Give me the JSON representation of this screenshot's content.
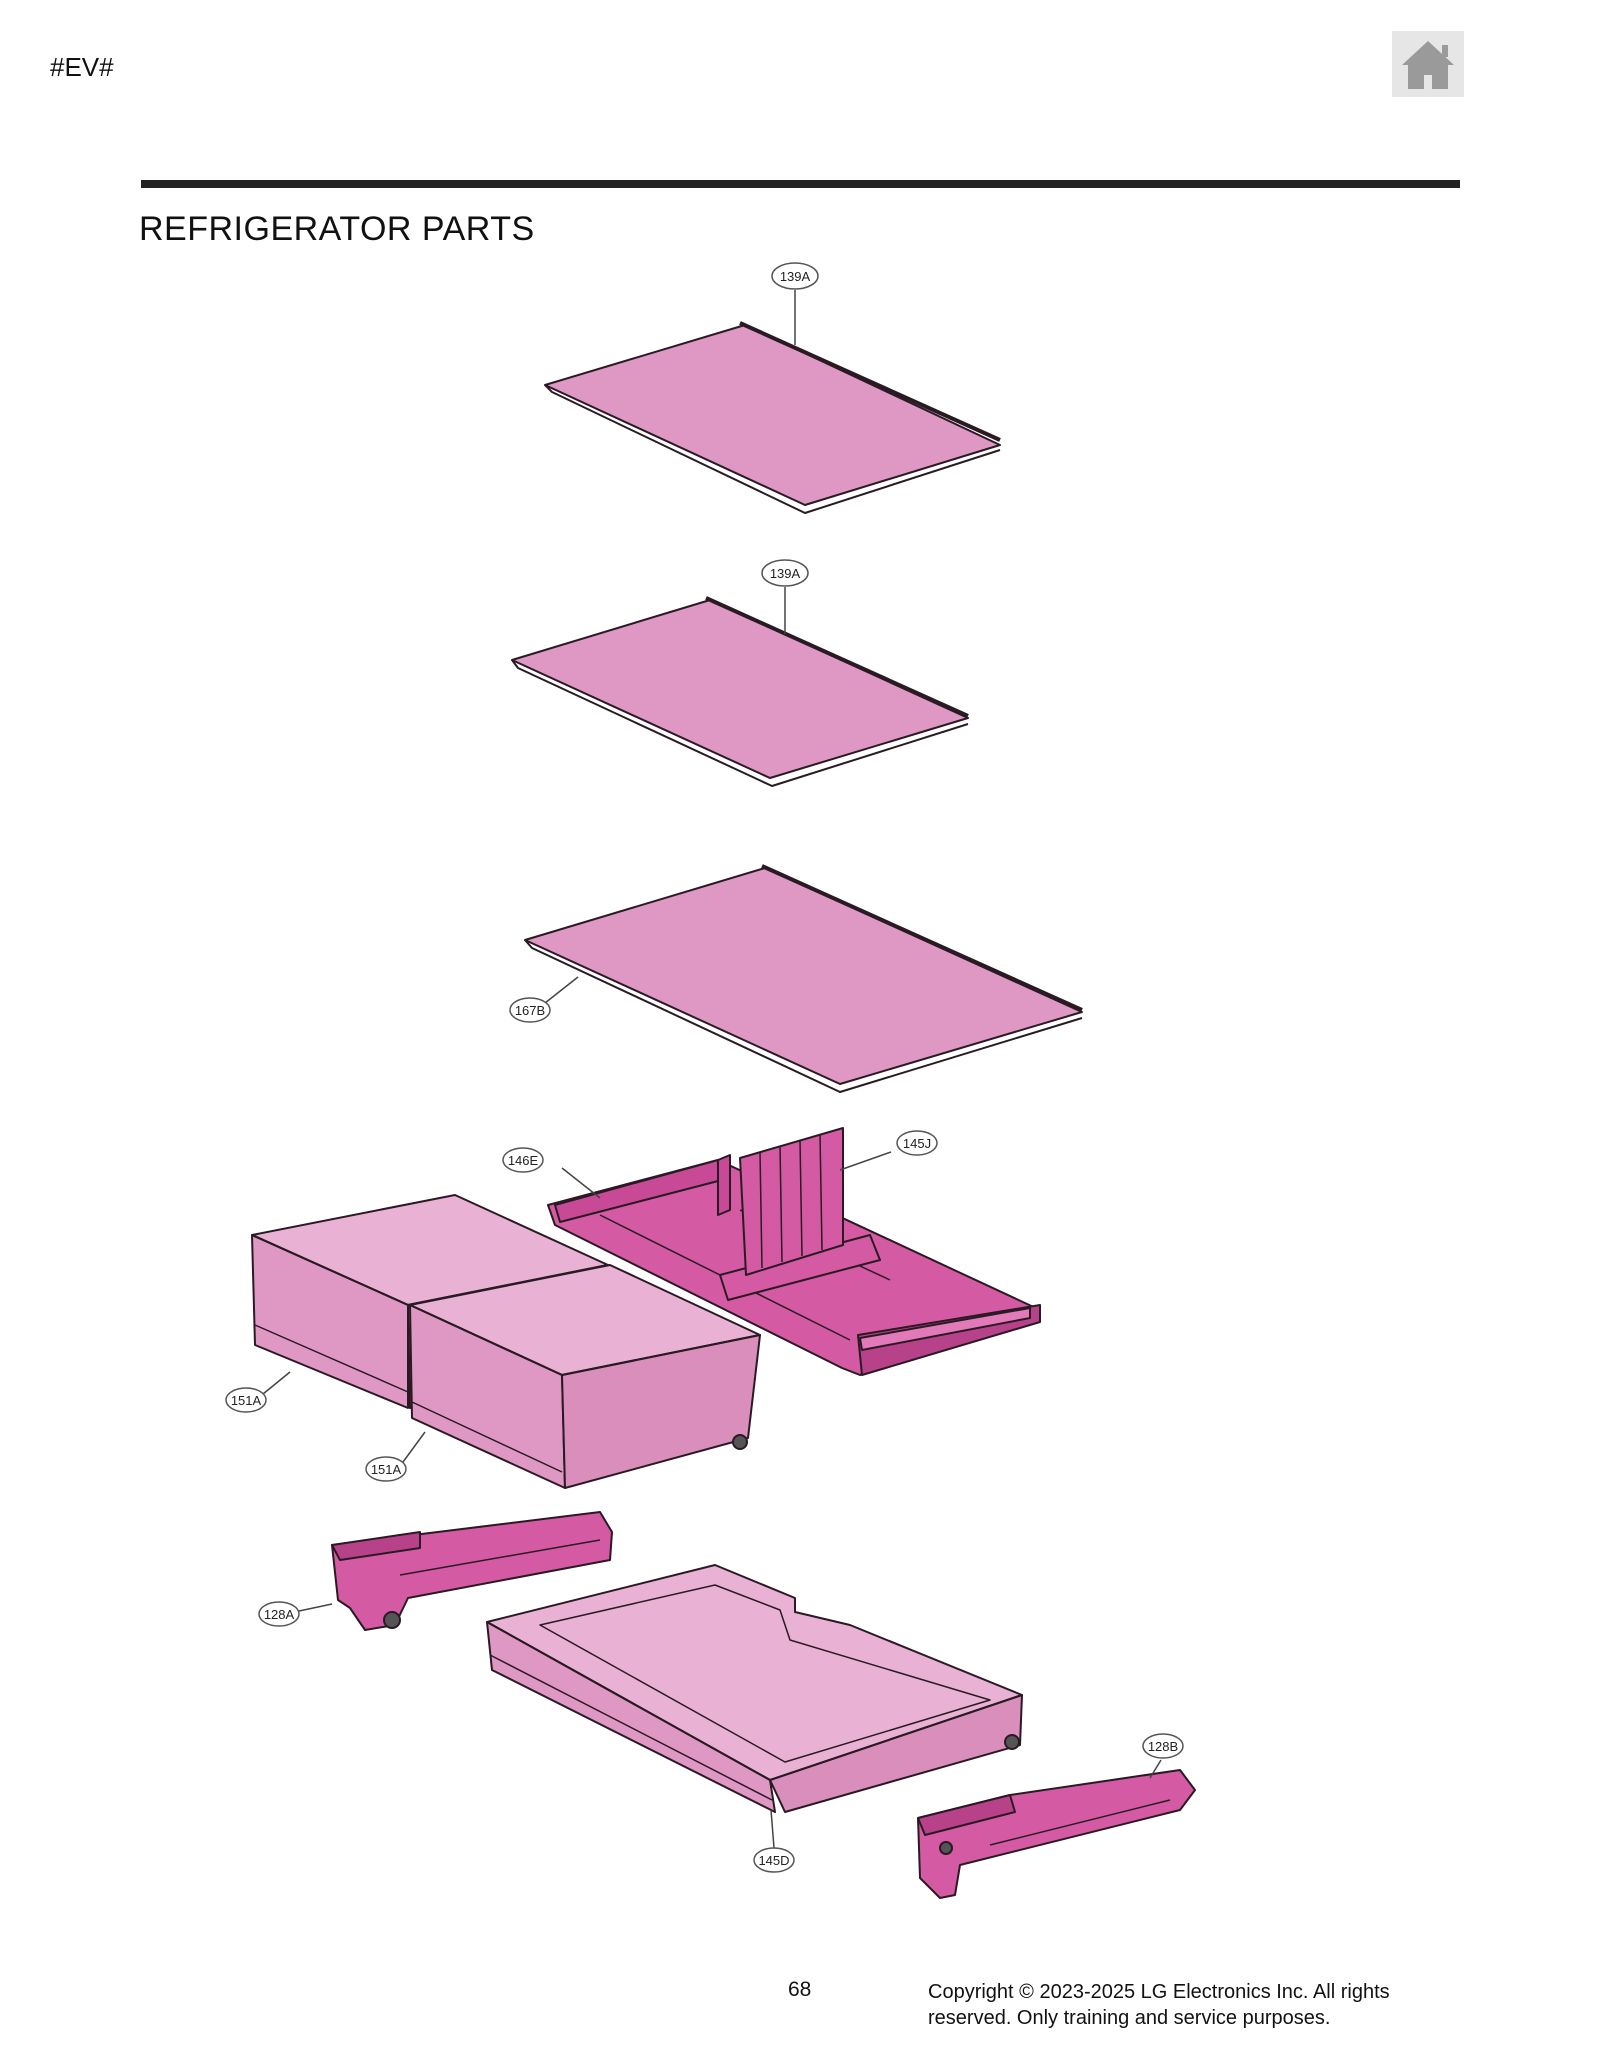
{
  "header": {
    "marker": "#EV#",
    "home_icon": "home-icon",
    "title": "REFRIGERATOR PARTS"
  },
  "callouts": {
    "c139a_1": "139A",
    "c139a_2": "139A",
    "c167b": "167B",
    "c146e": "146E",
    "c145j": "145J",
    "c151a_1": "151A",
    "c151a_2": "151A",
    "c128a": "128A",
    "c128b": "128B",
    "c145d": "145D"
  },
  "colors": {
    "part_light": "#df98c4",
    "part_bright": "#d45aa3",
    "outline": "#2a1a24"
  },
  "footer": {
    "page_number": "68",
    "copyright": "Copyright © 2023-2025 LG Electronics Inc. All rights reserved. Only training and service purposes."
  }
}
